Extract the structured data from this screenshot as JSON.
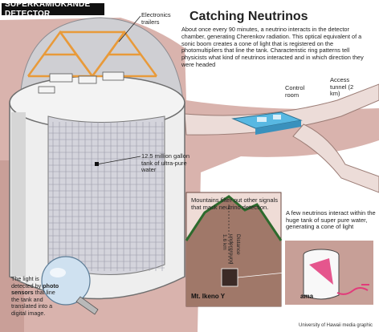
{
  "header": {
    "badge": "SUPERKAMIOKANDE DETECTOR",
    "title": "Catching Neutrinos",
    "intro": "About once every 90 minutes, a neutrino interacts in the detector chamber, generating Cherenkov radiation. This optical equivalent of a sonic boom creates a cone of light that is registered on the photomultipliers that line the tank. Characteristic ring patterns tell physicists what kind of neutrinos interacted and in which direction they were headed"
  },
  "labels": {
    "electronics": "Electronics trailers",
    "control_room": "Control room",
    "access_tunnel": "Access tunnel (2 km)",
    "tank": "12.5 million gallon tank of ultra-pure water",
    "mountains_note": "Mountains filter out other signals that mask neutrino detection.",
    "distance": "Distance underground 1.6 km",
    "few_neutrinos": "A few neutrinos interact within the huge tank of super pure water, generating a cone of light",
    "mountain_name": "Mt. Ikeno Y",
    "ama": "ama",
    "sensor_note_prefix": "The light is detected by",
    "sensor_note_bold": "photo sensors",
    "sensor_note_suffix": "that line the tank and translated into a digital image.",
    "credit": "University of Hawaii media graphic"
  },
  "colors": {
    "rock": "#d9b3ad",
    "tank": "#eeeeee",
    "truss": "#e89a3a",
    "control": "#58b8e2",
    "cone": "#e23a7a",
    "mountain": "#a07869",
    "panel_bg": "#efdcd6"
  }
}
